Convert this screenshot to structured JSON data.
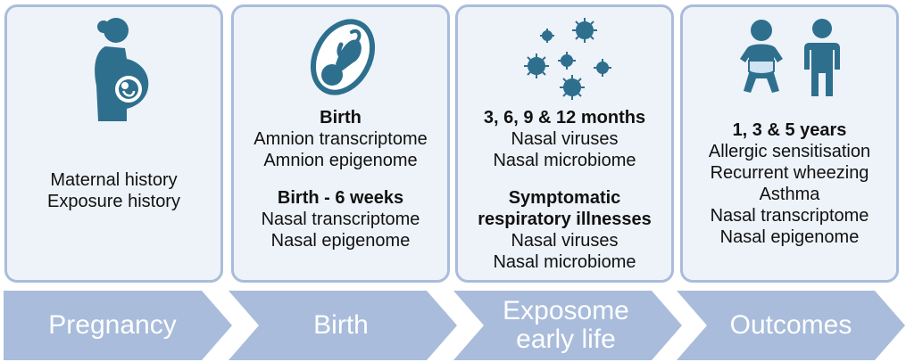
{
  "panels": [
    {
      "icon": "pregnant-woman-icon",
      "lines": [
        "Maternal history",
        "Exposure history"
      ]
    },
    {
      "icon": "fetus-in-womb-icon",
      "sections": [
        {
          "heading": "Birth",
          "lines": [
            "Amnion transcriptome",
            "Amnion epigenome"
          ]
        },
        {
          "heading": "Birth - 6 weeks",
          "lines": [
            "Nasal transcriptome",
            "Nasal epigenome"
          ]
        }
      ]
    },
    {
      "icon": "virus-icon",
      "sections": [
        {
          "heading": "3, 6, 9 & 12 months",
          "lines": [
            "Nasal viruses",
            "Nasal microbiome"
          ]
        },
        {
          "heading_lines": [
            "Symptomatic",
            "respiratory illnesses"
          ],
          "lines": [
            "Nasal viruses",
            "Nasal microbiome"
          ]
        }
      ]
    },
    {
      "icon": "baby-and-child-icon",
      "sections": [
        {
          "heading": "1, 3 & 5 years",
          "lines": [
            "Allergic sensitisation",
            "Recurrent wheezing",
            "Asthma",
            "Nasal transcriptome",
            "Nasal epigenome"
          ]
        }
      ]
    }
  ],
  "arrows": [
    {
      "label_lines": [
        "Pregnancy"
      ]
    },
    {
      "label_lines": [
        "Birth"
      ]
    },
    {
      "label_lines": [
        "Exposome",
        "early life"
      ]
    },
    {
      "label_lines": [
        "Outcomes"
      ]
    }
  ],
  "colors": {
    "icon": "#2e6f8e",
    "icon_dark": "#1f5570",
    "panel_bg": "#eef3f9",
    "panel_border": "#a9bcdb",
    "arrow": "#a9bcdb"
  }
}
